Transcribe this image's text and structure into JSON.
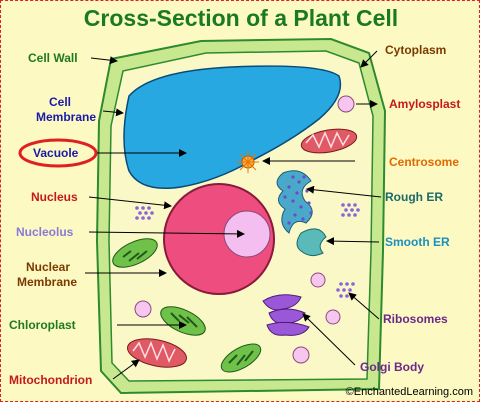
{
  "title": "Cross-Section of a Plant Cell",
  "credit": "©EnchantedLearning.com",
  "labels": {
    "cell_wall": "Cell Wall",
    "cell_membrane_1": "Cell",
    "cell_membrane_2": "Membrane",
    "vacuole": "Vacuole",
    "nucleus": "Nucleus",
    "nucleolus": "Nucleolus",
    "nuclear_membrane_1": "Nuclear",
    "nuclear_membrane_2": "Membrane",
    "chloroplast": "Chloroplast",
    "mitochondrion": "Mitochondrion",
    "cytoplasm": "Cytoplasm",
    "amylosplast": "Amylosplast",
    "centrosome": "Centrosome",
    "rough_er": "Rough ER",
    "smooth_er": "Smooth ER",
    "ribosomes": "Ribosomes",
    "golgi_body": "Golgi Body"
  },
  "colors": {
    "title": "#197a1f",
    "label_green": "#1f7a1f",
    "label_blue": "#1a1aa8",
    "label_red": "#c41a1a",
    "label_brown": "#7a3a00",
    "label_orange": "#e06a00",
    "label_teal": "#1a6a6a",
    "label_cyan": "#1a90c0",
    "label_purple": "#6a2a8a",
    "label_lavender": "#8a7ad8",
    "cell_wall": "#c8e890",
    "cytoplasm": "#fbf8c8",
    "vacuole": "#27a8e0",
    "nucleus": "#ee4d80",
    "nucleolus": "#f4bff0",
    "chloroplast": "#6fc14a",
    "mitochondrion": "#e05a66",
    "golgi": "#9a58d8",
    "smooth_er": "#5ab9b9",
    "rough_er": "#4aa8c8",
    "ribosome": "#8a64d8",
    "amyloplast": "#f7c6f0",
    "centrosome": "#f5b042",
    "vacuole_highlight_ring": "#e02020"
  }
}
